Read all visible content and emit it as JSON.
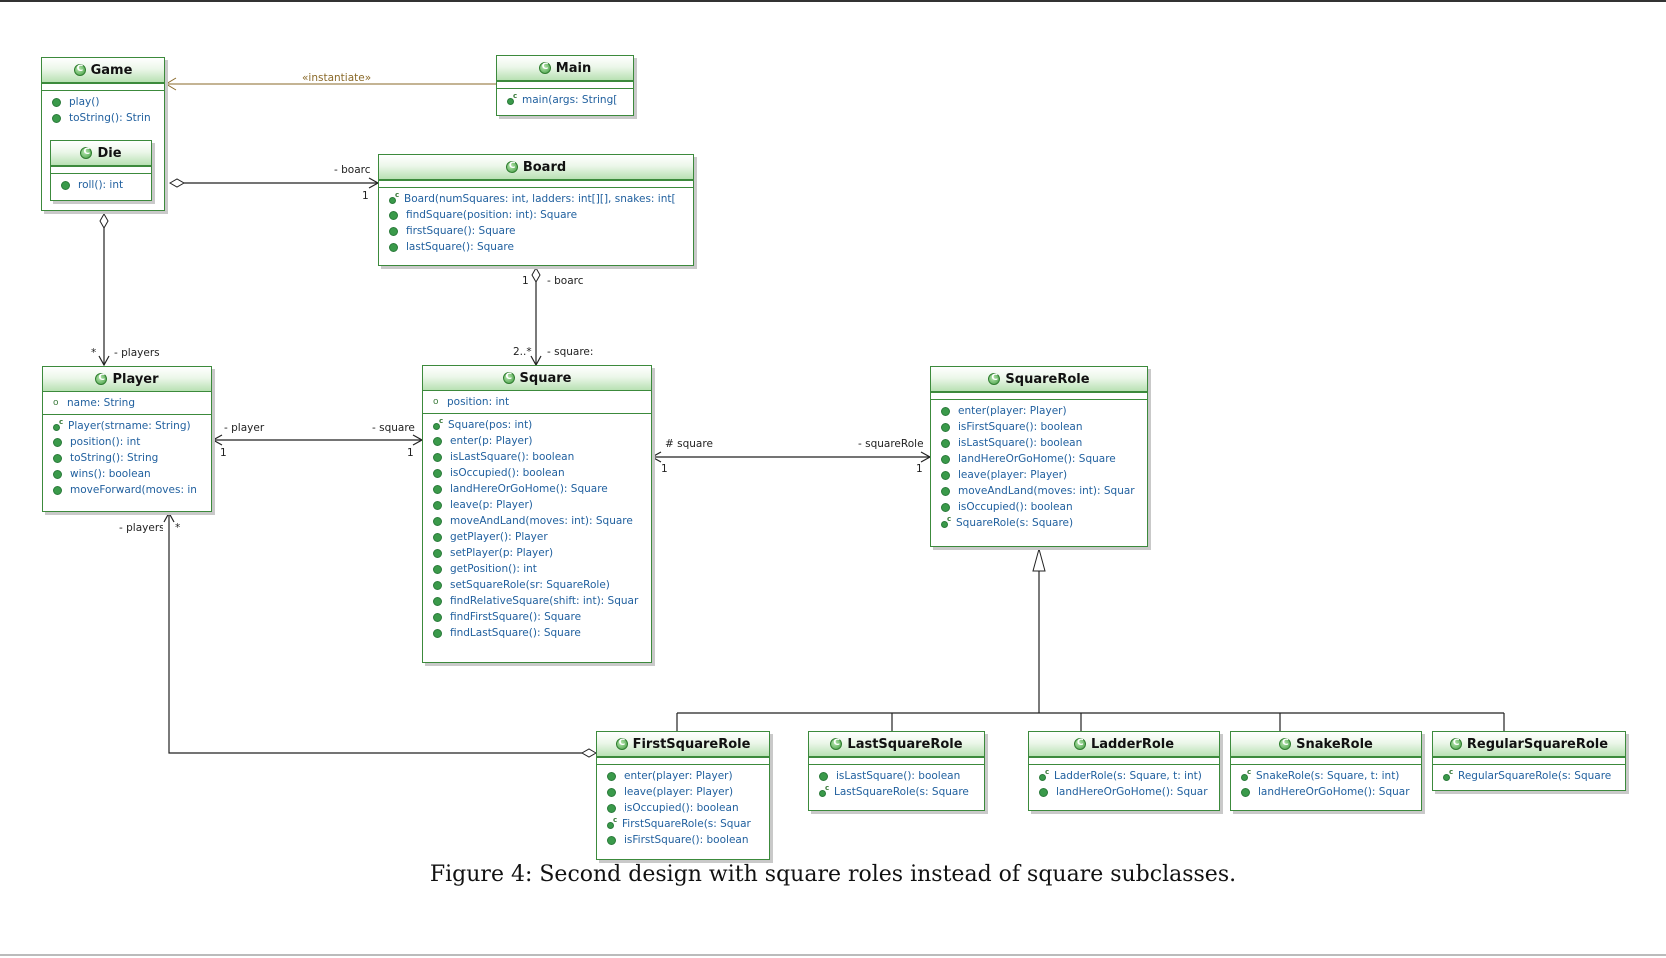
{
  "classes": {
    "game": {
      "name": "Game",
      "methods": [
        "play()",
        "toString(): Strin"
      ]
    },
    "die": {
      "name": "Die",
      "methods": [
        "roll(): int"
      ]
    },
    "main": {
      "name": "Main",
      "methods": [
        "main(args: String["
      ]
    },
    "board": {
      "name": "Board",
      "methods": [
        "Board(numSquares: int, ladders: int[][], snakes: int[",
        "findSquare(position: int): Square",
        "firstSquare(): Square",
        "lastSquare(): Square"
      ]
    },
    "player": {
      "name": "Player",
      "fields": [
        "name: String"
      ],
      "methods": [
        "Player(strname: String)",
        "position(): int",
        "toString(): String",
        "wins(): boolean",
        "moveForward(moves: in"
      ]
    },
    "square": {
      "name": "Square",
      "fields": [
        "position: int"
      ],
      "methods": [
        "Square(pos: int)",
        "enter(p: Player)",
        "isLastSquare(): boolean",
        "isOccupied(): boolean",
        "landHereOrGoHome(): Square",
        "leave(p: Player)",
        "moveAndLand(moves: int): Square",
        "getPlayer(): Player",
        "setPlayer(p: Player)",
        "getPosition(): int",
        "setSquareRole(sr: SquareRole)",
        "findRelativeSquare(shift: int): Squar",
        "findFirstSquare(): Square",
        "findLastSquare(): Square"
      ]
    },
    "squarerole": {
      "name": "SquareRole",
      "methods": [
        "enter(player: Player)",
        "isFirstSquare(): boolean",
        "isLastSquare(): boolean",
        "landHereOrGoHome(): Square",
        "leave(player: Player)",
        "moveAndLand(moves: int): Squar",
        "isOccupied(): boolean",
        "SquareRole(s: Square)"
      ]
    },
    "firstsquarerole": {
      "name": "FirstSquareRole",
      "methods": [
        "enter(player: Player)",
        "leave(player: Player)",
        "isOccupied(): boolean",
        "FirstSquareRole(s: Squar",
        "isFirstSquare(): boolean"
      ]
    },
    "lastsquarerole": {
      "name": "LastSquareRole",
      "methods": [
        "isLastSquare(): boolean",
        "LastSquareRole(s: Square"
      ]
    },
    "ladderrole": {
      "name": "LadderRole",
      "methods": [
        "LadderRole(s: Square, t: int)",
        "landHereOrGoHome(): Squar"
      ]
    },
    "snakerole": {
      "name": "SnakeRole",
      "methods": [
        "SnakeRole(s: Square, t: int)",
        "landHereOrGoHome(): Squar"
      ]
    },
    "regularsquarerole": {
      "name": "RegularSquareRole",
      "methods": [
        "RegularSquareRole(s: Square"
      ]
    }
  },
  "labels": {
    "instantiate": "«instantiate»",
    "board_role_game": "- boarc",
    "board_mult_game": "1",
    "board_mult_square": "1",
    "board_role_square": "- boarc",
    "squares_mult": "2..*",
    "squares_role": "- square:",
    "players_mult_game": "*",
    "players_role_game": "- players",
    "player_role": "- player",
    "player_mult": "1",
    "square_role_player": "- square",
    "square_mult_player": "1",
    "square_role_sr": "# square",
    "square_mult_sr": "1",
    "squarerole_role": "- squareRole",
    "squarerole_mult": "1",
    "players_role_first": "- players",
    "players_mult_first": "*"
  },
  "caption": "Figure 4: Second design with square roles instead of square subclasses."
}
